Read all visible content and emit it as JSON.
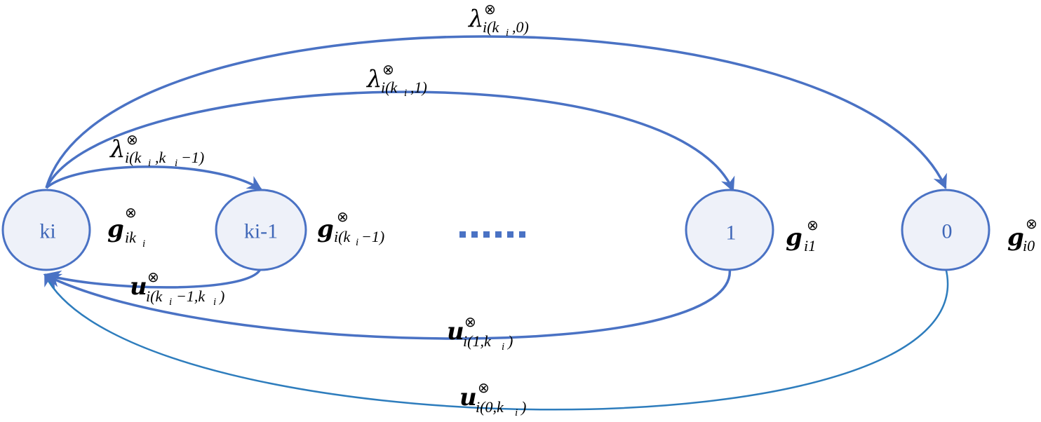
{
  "diagram": {
    "states": [
      {
        "id": "ki",
        "label": "ki",
        "gain": {
          "base": "g",
          "sub": "ik",
          "subsub": "i",
          "sup": "⊗"
        }
      },
      {
        "id": "ki-1",
        "label": "ki-1",
        "gain": {
          "base": "g",
          "sub": "i(k",
          "subsub": "i",
          "subrest": "−1)",
          "sup": "⊗"
        }
      },
      {
        "id": "1",
        "label": "1",
        "gain": {
          "base": "g",
          "sub": "i1",
          "sup": "⊗"
        }
      },
      {
        "id": "0",
        "label": "0",
        "gain": {
          "base": "g",
          "sub": "i0",
          "sup": "⊗"
        }
      }
    ],
    "ellipsis": "......",
    "transitions": {
      "lambda_0": {
        "base": "λ",
        "sup": "⊗",
        "sub": "i(k",
        "subsub": "i",
        "subrest": ",0)"
      },
      "lambda_1": {
        "base": "λ",
        "sup": "⊗",
        "sub": "i(k",
        "subsub": "i",
        "subrest": ",1)"
      },
      "lambda_km1": {
        "base": "λ",
        "sup": "⊗",
        "sub": "i(k",
        "subsub": "i",
        "subrest": ",k",
        "subsub2": "i",
        "subrest2": "−1)"
      },
      "u_km1": {
        "base": "u",
        "sup": "⊗",
        "sub": "i(k",
        "subsub": "i",
        "subrest": "−1,k",
        "subsub2": "i",
        "subrest2": ")"
      },
      "u_1": {
        "base": "u",
        "sup": "⊗",
        "sub": "i(1,k",
        "subsub": "i",
        "subrest": ")"
      },
      "u_0": {
        "base": "u",
        "sup": "⊗",
        "sub": "i(0,k",
        "subsub": "i",
        "subrest": ")"
      }
    },
    "colors": {
      "arc": "#4a72c4",
      "return_arc": "#2e7dbd",
      "node_fill": "#eef1f9",
      "label": "#3f67b8"
    }
  }
}
